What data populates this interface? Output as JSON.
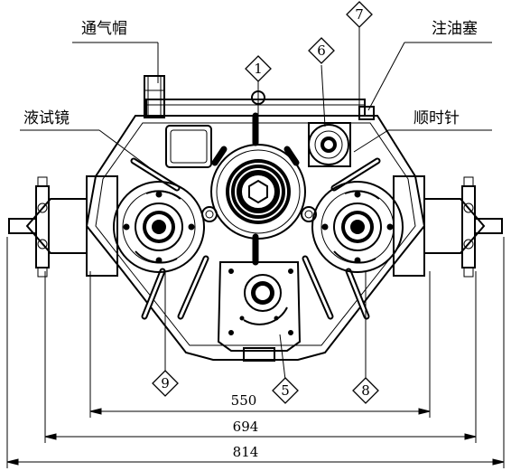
{
  "labels": {
    "breather_cap": "通气帽",
    "oil_filler_plug": "注油塞",
    "sight_glass": "液试镜",
    "clockwise": "顺时针"
  },
  "callouts": [
    "1",
    "6",
    "7",
    "9",
    "5",
    "8"
  ],
  "dimensions": {
    "inner": "550",
    "middle": "694",
    "outer": "814"
  }
}
